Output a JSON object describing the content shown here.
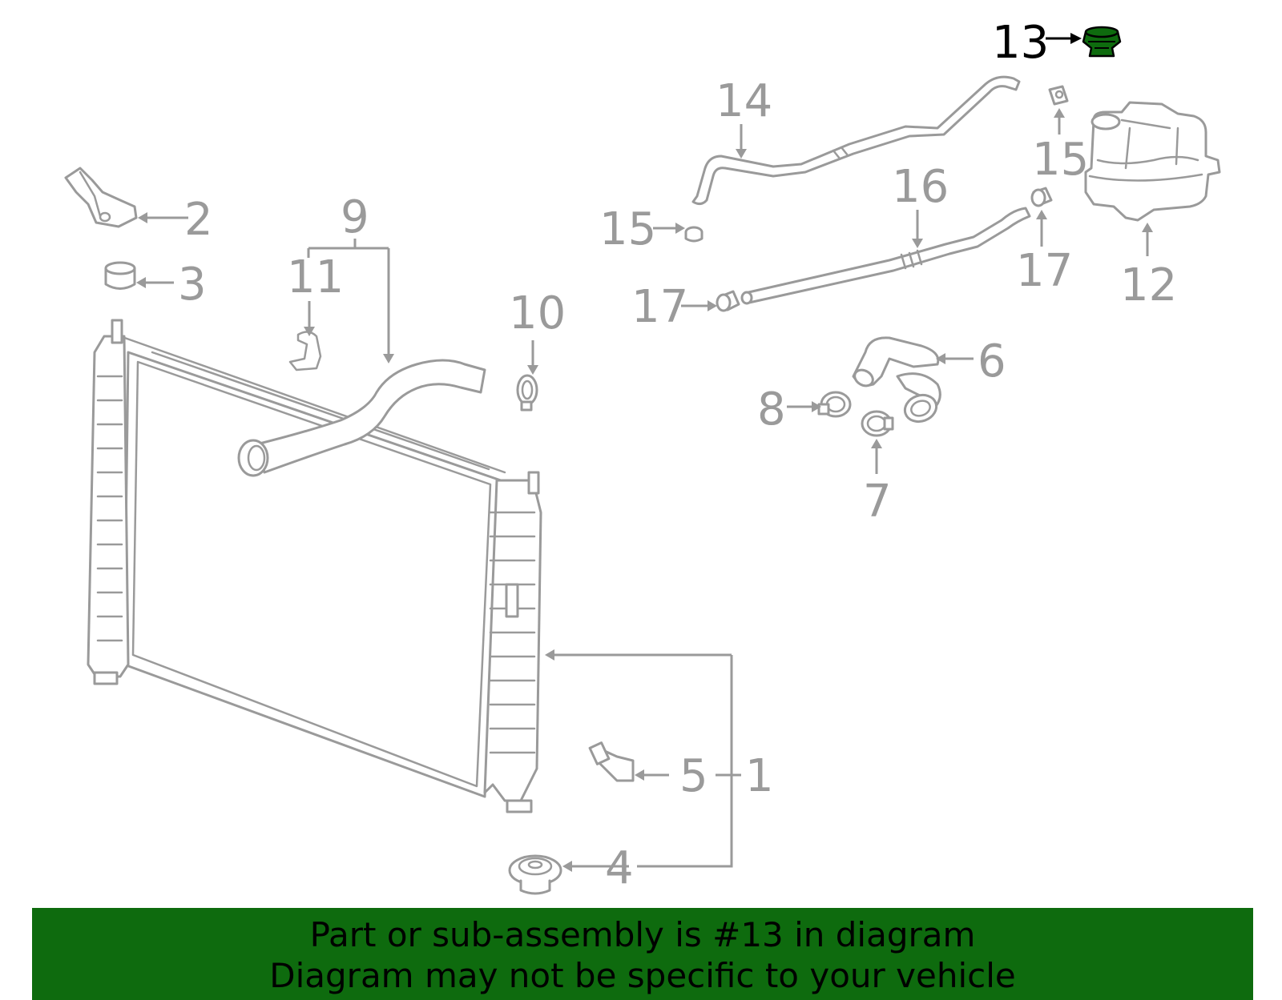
{
  "diagram": {
    "highlighted_part": "13",
    "highlight_color": "#0e6b0e",
    "line_color": "#9a9a9a",
    "callouts": {
      "c1": "1",
      "c2": "2",
      "c3": "3",
      "c4": "4",
      "c5": "5",
      "c6": "6",
      "c7": "7",
      "c8": "8",
      "c9": "9",
      "c10": "10",
      "c11": "11",
      "c12": "12",
      "c13": "13",
      "c14": "14",
      "c15a": "15",
      "c15b": "15",
      "c16": "16",
      "c17a": "17",
      "c17b": "17"
    }
  },
  "banner": {
    "line1": "Part or sub-assembly is #13 in diagram",
    "line2": "Diagram may not be specific to your vehicle",
    "background": "#0e6b0e"
  }
}
